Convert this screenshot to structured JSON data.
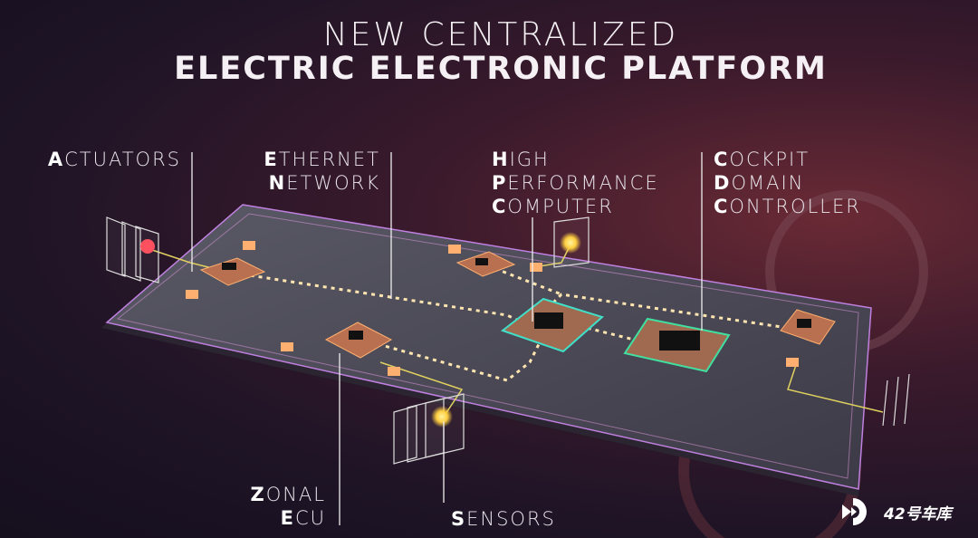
{
  "title": {
    "line1": "NEW CENTRALIZED",
    "line2": "ELECTRIC ELECTRONIC PLATFORM"
  },
  "labels": {
    "actuators": [
      {
        "initial": "A",
        "rest": "CTUATORS"
      }
    ],
    "ethernet": [
      {
        "initial": "E",
        "rest": "THERNET"
      },
      {
        "initial": "N",
        "rest": "ETWORK"
      }
    ],
    "hpc": [
      {
        "initial": "H",
        "rest": "IGH"
      },
      {
        "initial": "P",
        "rest": "ERFORMANCE"
      },
      {
        "initial": "C",
        "rest": "OMPUTER"
      }
    ],
    "cockpit": [
      {
        "initial": "C",
        "rest": "OCKPIT"
      },
      {
        "initial": "D",
        "rest": "OMAIN"
      },
      {
        "initial": "C",
        "rest": "ONTROLLER"
      }
    ],
    "zonal": [
      {
        "initial": "Z",
        "rest": "ONAL"
      },
      {
        "initial": "E",
        "rest": "CU"
      }
    ],
    "sensors": [
      {
        "initial": "S",
        "rest": "ENSORS"
      }
    ]
  },
  "logo": {
    "text": "42号车库",
    "icon": "play-d-logo-icon"
  },
  "colors": {
    "trace": "#ffe6b0",
    "chip_glow": "#ff9a40",
    "hpc_glow": "#40e0c8",
    "platform_edge": "#c080e0"
  }
}
